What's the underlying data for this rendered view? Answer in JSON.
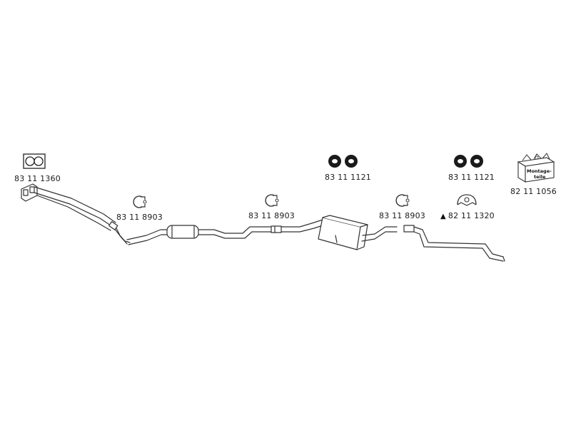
{
  "parts": {
    "gasket_front": {
      "number": "83 11 1360",
      "icon": "double-ring-gasket-icon"
    },
    "clamp_1": {
      "number": "83 11 8903",
      "icon": "pipe-clamp-icon"
    },
    "clamp_2": {
      "number": "83 11 8903",
      "icon": "pipe-clamp-icon"
    },
    "clamp_3": {
      "number": "83 11 8903",
      "icon": "pipe-clamp-icon"
    },
    "hangers_mid": {
      "number": "83 11 1121",
      "icon": "rubber-hanger-pair-icon"
    },
    "hangers_rear": {
      "number": "83 11 1121",
      "icon": "rubber-hanger-pair-icon"
    },
    "hanger_ring": {
      "number": "82 11 1320",
      "marker": "▲",
      "icon": "hanger-ring-icon"
    },
    "mounting_kit": {
      "number": "82 11 1056",
      "box_text_1": "Montage-",
      "box_text_2": "teile",
      "icon": "mounting-kit-box-icon"
    }
  },
  "colors": {
    "line": "#333333",
    "fill": "#ffffff",
    "dark": "#1a1a1a"
  }
}
